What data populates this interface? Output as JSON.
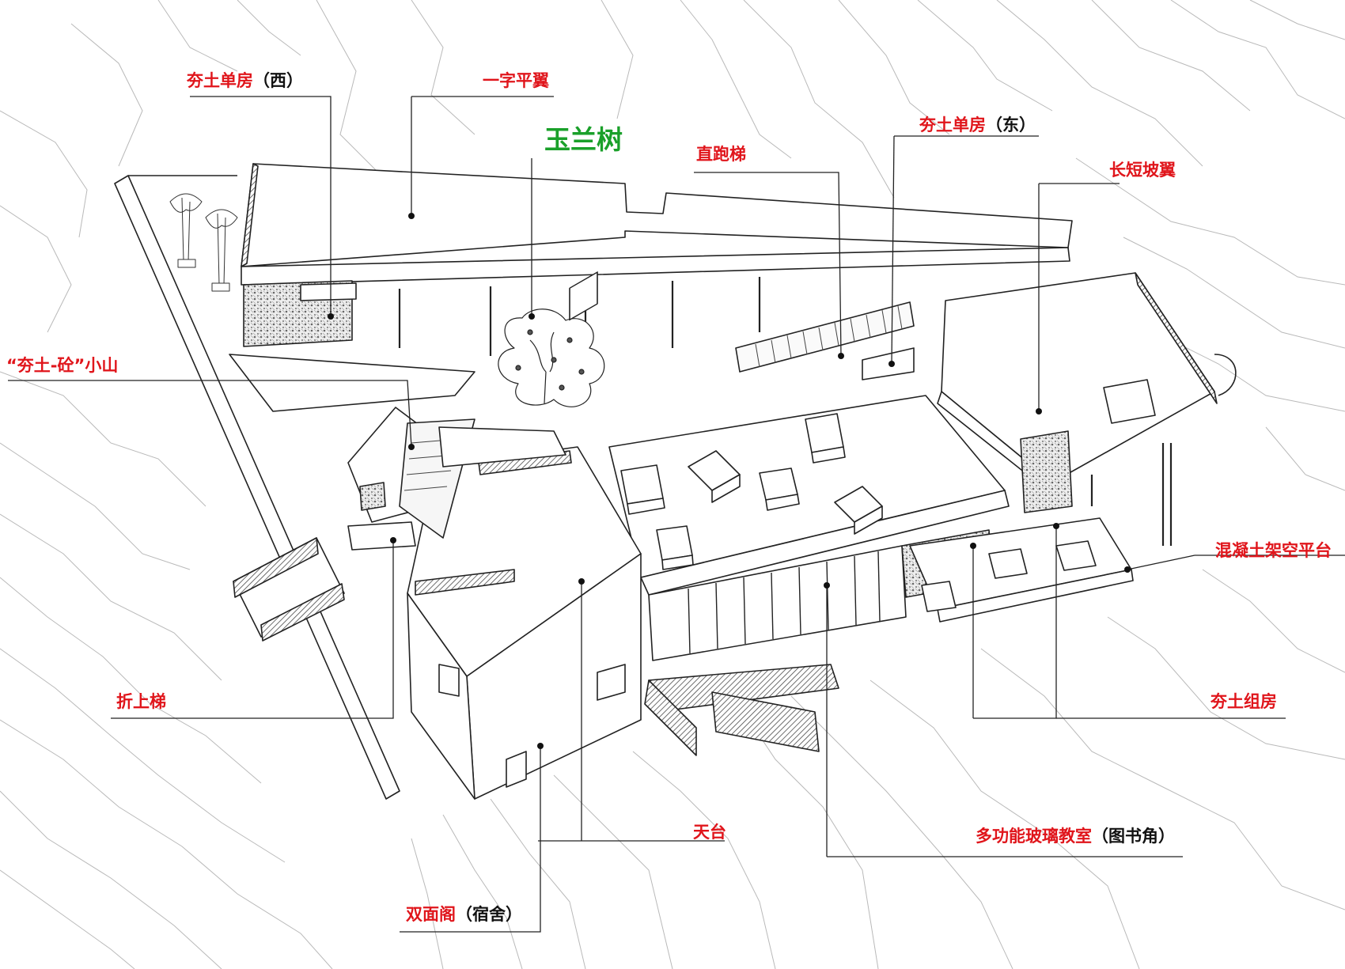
{
  "colors": {
    "label_red": "#e0151b",
    "label_green": "#1aa02a",
    "label_black": "#111111",
    "contour": "#b9b9b9",
    "line": "#222222",
    "hatch": "#555555"
  },
  "labels": {
    "west_rammed_earth_room": {
      "name": "夯土单房",
      "suffix": "（西）"
    },
    "flat_wing": "一字平翼",
    "magnolia_tree": "玉兰树",
    "east_rammed_earth_room": {
      "name": "夯土单房",
      "suffix": "（东）"
    },
    "straight_stair": "直跑梯",
    "long_short_slope_wing": "长短坡翼",
    "earth_concrete_hill": "“夯土-砼”小山",
    "concrete_elevated_platform": "混凝土架空平台",
    "folding_stair": "折上梯",
    "rammed_earth_group": "夯土组房",
    "roof_terrace": "天台",
    "glass_classroom": {
      "name": "多功能玻璃教室",
      "suffix": "（图书角）"
    },
    "double_facade_loft": {
      "name": "双面阁",
      "suffix": "（宿舍）"
    }
  }
}
